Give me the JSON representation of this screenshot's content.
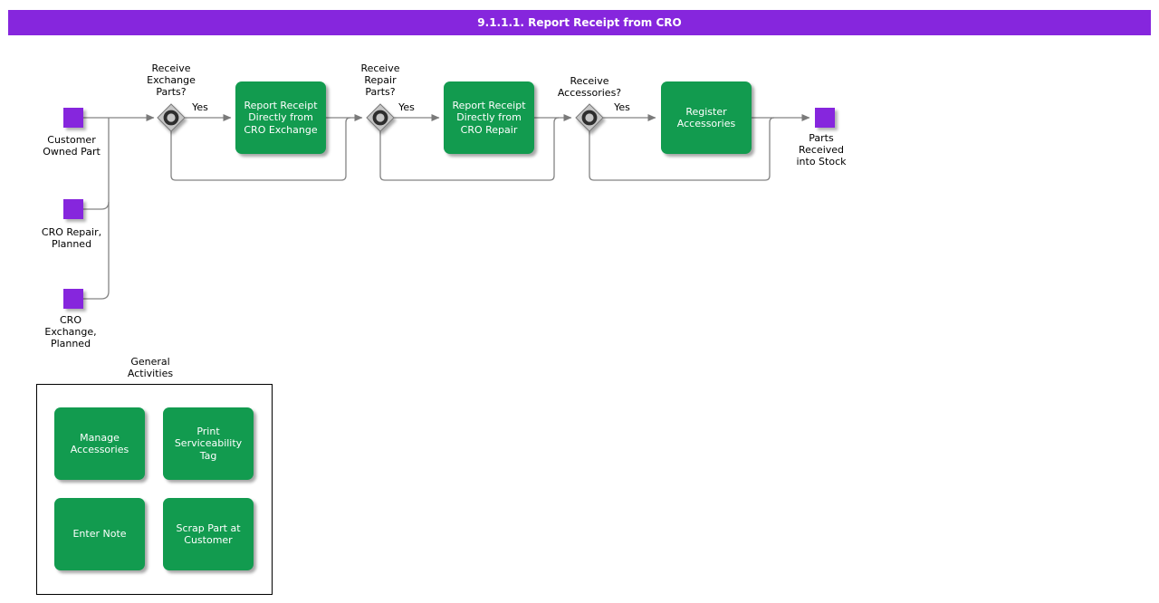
{
  "header": {
    "title": "9.1.1.1. Report Receipt from CRO"
  },
  "colors": {
    "accent_purple": "#8626DD",
    "task_green": "#129B4F",
    "connector_gray": "#848484",
    "gateway_fill": "#C6C6C6",
    "gateway_ring": "#2E2E2E"
  },
  "start_events": [
    {
      "label": "Customer\nOwned Part"
    },
    {
      "label": "CRO Repair,\nPlanned"
    },
    {
      "label": "CRO\nExchange,\nPlanned"
    }
  ],
  "gateways": [
    {
      "question": "Receive\nExchange\nParts?",
      "yes_label": "Yes"
    },
    {
      "question": "Receive\nRepair\nParts?",
      "yes_label": "Yes"
    },
    {
      "question": "Receive\nAccessories?",
      "yes_label": "Yes"
    }
  ],
  "tasks": [
    {
      "label": "Report Receipt\nDirectly from\nCRO Exchange"
    },
    {
      "label": "Report Receipt\nDirectly from\nCRO Repair"
    },
    {
      "label": "Register\nAccessories"
    }
  ],
  "end_event": {
    "label": "Parts\nReceived\ninto Stock"
  },
  "general_activities": {
    "title": "General\nActivities",
    "items": [
      {
        "label": "Manage\nAccessories"
      },
      {
        "label": "Print\nServiceability\nTag"
      },
      {
        "label": "Enter Note"
      },
      {
        "label": "Scrap Part at\nCustomer"
      }
    ]
  }
}
